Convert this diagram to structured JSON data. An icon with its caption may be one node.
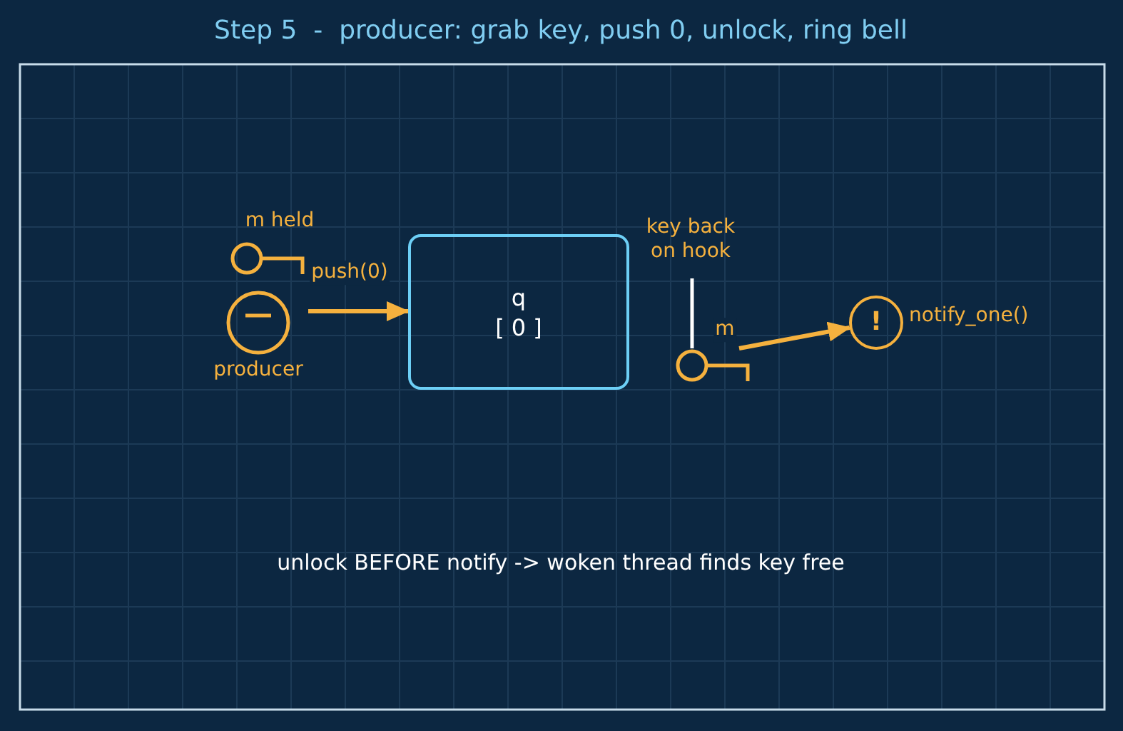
{
  "diagram": {
    "title": "Step 5  -  producer: grab key, push 0, unlock, ring bell",
    "nodes": [
      {
        "text": [],
        "shape": "key",
        "beside": [
          "m held"
        ]
      },
      {
        "text": [
          "producer"
        ]
      },
      {
        "text": [
          "q",
          "[ 0 ]"
        ]
      },
      {
        "text": [],
        "shape": "key"
      },
      {
        "text": [
          "!"
        ],
        "beside": [
          "notify_one()"
        ]
      }
    ],
    "edges": [
      {
        "from": 1,
        "to": 2,
        "arrow": "to",
        "label": "push(0)"
      },
      {
        "from": 3,
        "to": 4,
        "arrow": "to",
        "label": "m"
      }
    ],
    "labels": [
      "key back on hook",
      "unlock BEFORE notify -> woken thread finds key free"
    ]
  }
}
